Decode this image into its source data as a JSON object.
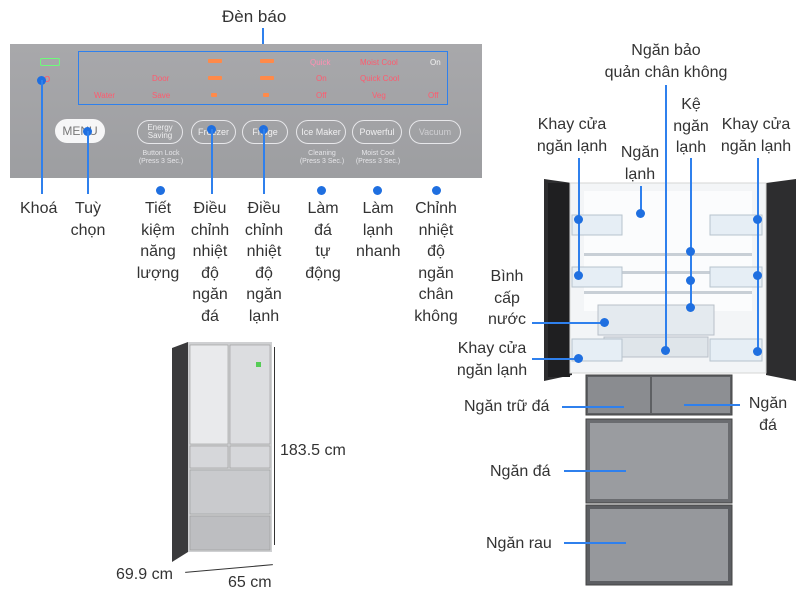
{
  "indicator_title": "Đèn báo",
  "panel": {
    "buttons": [
      "MENU",
      "Energy Saving",
      "Freezer",
      "Fridge",
      "Ice Maker",
      "Powerful",
      "Vacuum"
    ],
    "sublabels": [
      "Button Lock",
      "(Press 3 Sec.)",
      "Cleaning",
      "(Press 3 Sec.)",
      "Moist Cool",
      "(Press 3 Sec.)"
    ],
    "indicators": [
      "Quick",
      "Moist Cool",
      "On",
      "Door",
      "On",
      "Quick Cool",
      "Water",
      "Save",
      "Off",
      "Veg",
      "Off"
    ]
  },
  "panel_labels": {
    "lock": "Khoá",
    "menu": [
      "Tuỳ",
      "chọn"
    ],
    "energy": [
      "Tiết",
      "kiệm",
      "năng",
      "lượng"
    ],
    "freezer": [
      "Điều",
      "chỉnh",
      "nhiệt",
      "độ",
      "ngăn",
      "đá"
    ],
    "fridge": [
      "Điều",
      "chỉnh",
      "nhiệt",
      "độ",
      "ngăn",
      "lạnh"
    ],
    "ice": [
      "Làm",
      "đá",
      "tự",
      "động"
    ],
    "cool": [
      "Làm",
      "lạnh",
      "nhanh"
    ],
    "vacuum": [
      "Chỉnh",
      "nhiệt",
      "độ",
      "ngăn",
      "chân",
      "không"
    ]
  },
  "dimensions": {
    "height": "183.5 cm",
    "depth": "69.9 cm",
    "width": "65 cm"
  },
  "fridge_labels": {
    "vacuum_chamber": [
      "Ngăn bảo",
      "quản chân không"
    ],
    "shelf": [
      "Kệ",
      "ngăn",
      "lạnh"
    ],
    "door_tray_left": [
      "Khay cửa",
      "ngăn lạnh"
    ],
    "door_tray_right": [
      "Khay cửa",
      "ngăn lạnh"
    ],
    "fridge_compartment": [
      "Ngăn",
      "lạnh"
    ],
    "water_tank": [
      "Bình",
      "cấp",
      "nước"
    ],
    "door_tray_lower": [
      "Khay cửa",
      "ngăn lạnh"
    ],
    "ice_storage": "Ngăn trữ đá",
    "freezer_small": [
      "Ngăn",
      "đá"
    ],
    "freezer": "Ngăn đá",
    "vegetable": "Ngăn rau"
  }
}
